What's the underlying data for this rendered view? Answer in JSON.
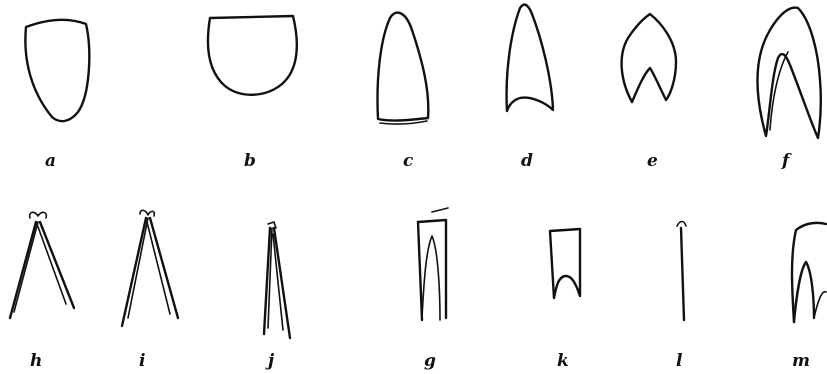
{
  "labels": {
    "a": "a",
    "b": "b",
    "c": "c",
    "d": "d",
    "e": "e",
    "f": "f",
    "h": "h",
    "i": "i",
    "j": "j",
    "g": "g",
    "k": "k",
    "l": "l",
    "m": "m"
  }
}
